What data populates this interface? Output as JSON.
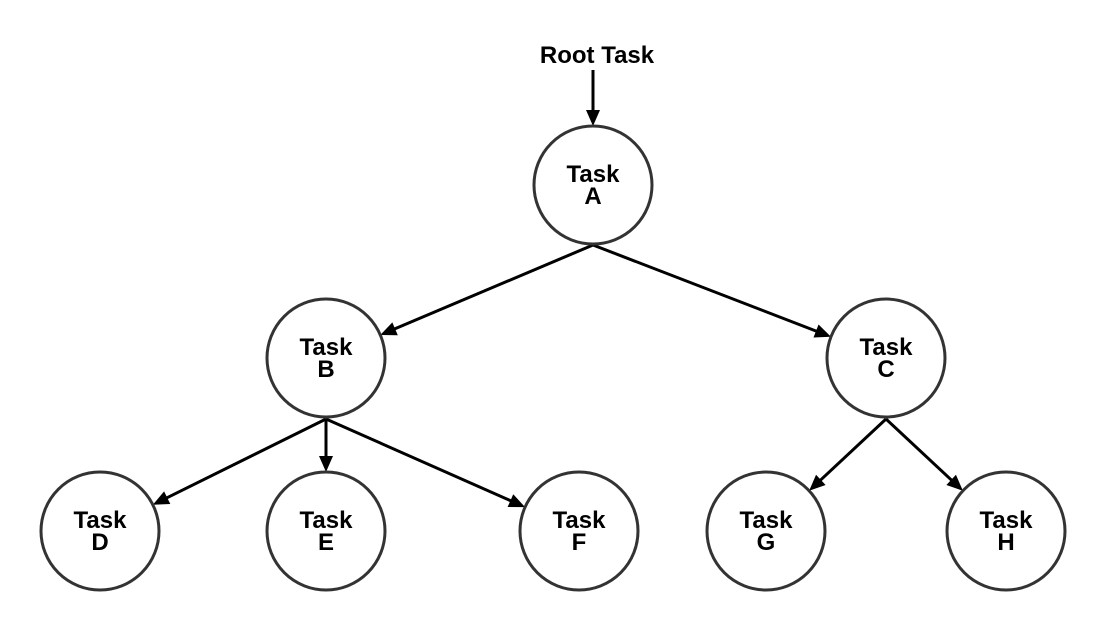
{
  "root_label": "Root Task",
  "nodes": [
    {
      "id": "A",
      "line1": "Task",
      "line2": "A"
    },
    {
      "id": "B",
      "line1": "Task",
      "line2": "B"
    },
    {
      "id": "C",
      "line1": "Task",
      "line2": "C"
    },
    {
      "id": "D",
      "line1": "Task",
      "line2": "D"
    },
    {
      "id": "E",
      "line1": "Task",
      "line2": "E"
    },
    {
      "id": "F",
      "line1": "Task",
      "line2": "F"
    },
    {
      "id": "G",
      "line1": "Task",
      "line2": "G"
    },
    {
      "id": "H",
      "line1": "Task",
      "line2": "H"
    }
  ],
  "edges": [
    {
      "from": "root",
      "to": "A"
    },
    {
      "from": "A",
      "to": "B"
    },
    {
      "from": "A",
      "to": "C"
    },
    {
      "from": "B",
      "to": "D"
    },
    {
      "from": "B",
      "to": "E"
    },
    {
      "from": "B",
      "to": "F"
    },
    {
      "from": "C",
      "to": "G"
    },
    {
      "from": "C",
      "to": "H"
    }
  ]
}
